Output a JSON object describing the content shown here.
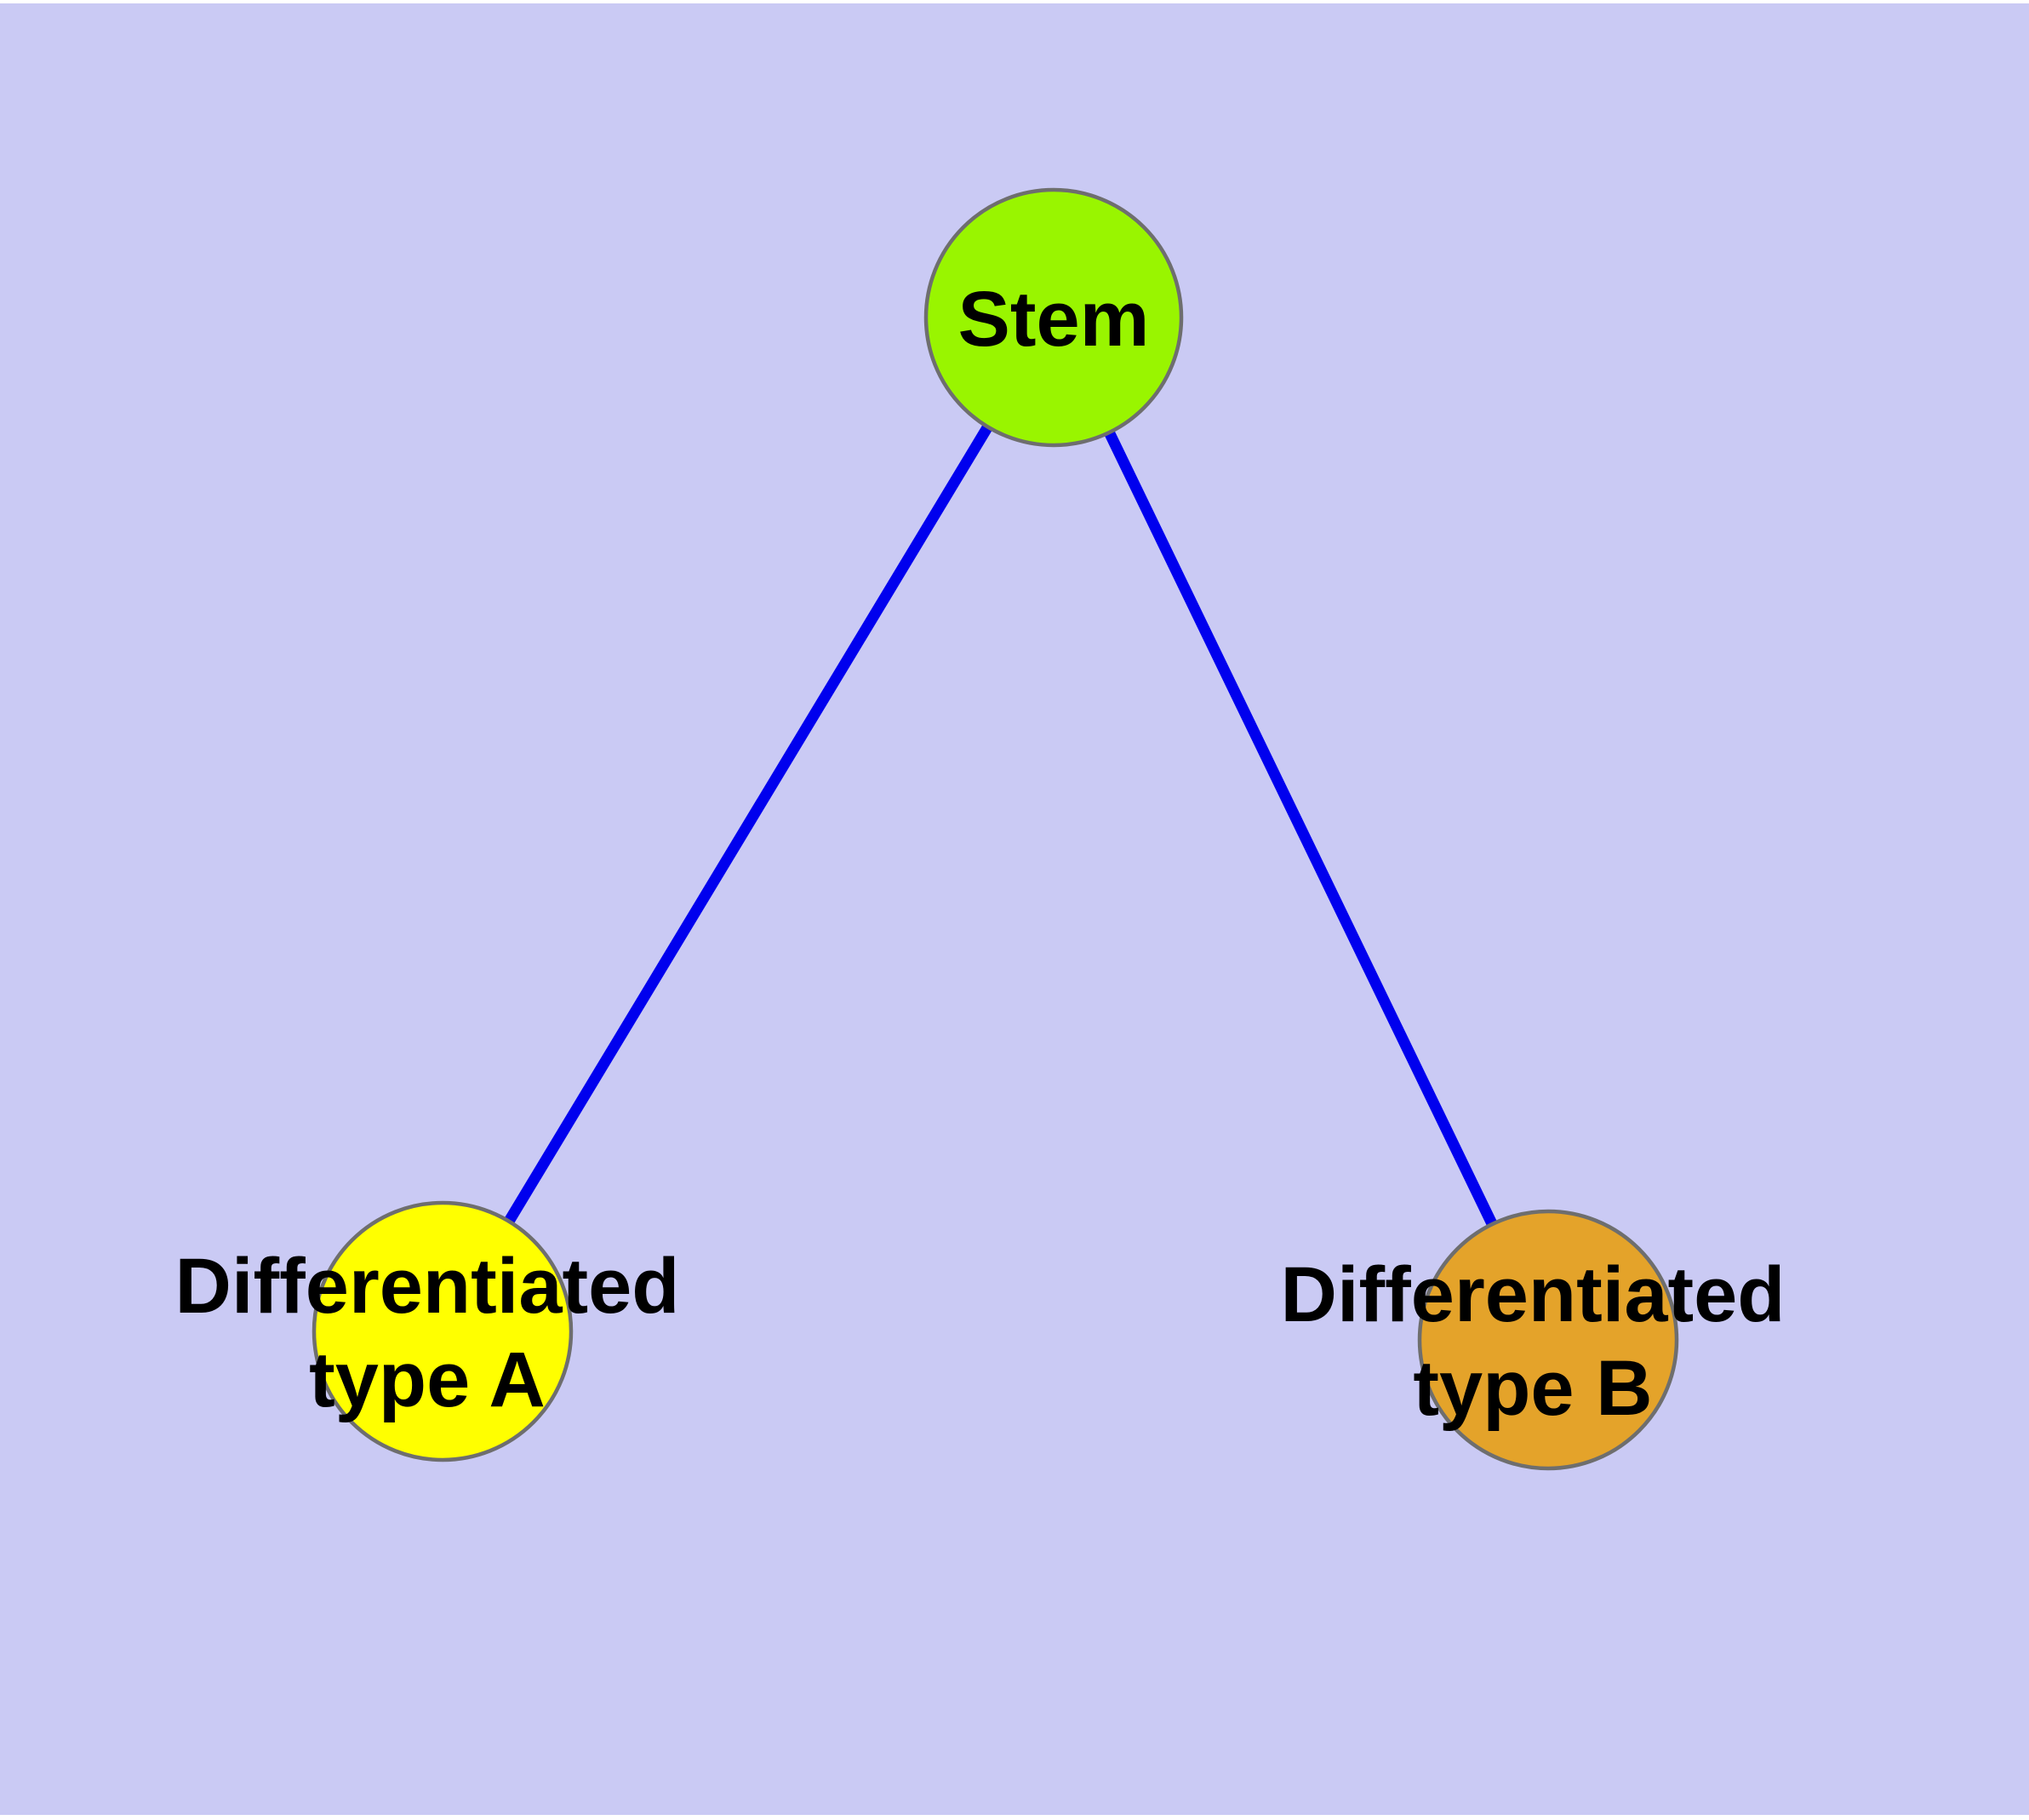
{
  "diagram": {
    "background_color": "#CACAF4",
    "edge_color": "#0000EE",
    "node_border_color": "#6E6E6E",
    "label_color": "#000000",
    "nodes": {
      "stem": {
        "label": "Stem",
        "fill_color": "#99F500"
      },
      "type_a": {
        "label_line1": "Differentiated",
        "label_line2": "type A",
        "fill_color": "#FFFF00"
      },
      "type_b": {
        "label_line1": "Differentiated",
        "label_line2": "type B",
        "fill_color": "#E4A32A"
      }
    },
    "edges": [
      {
        "from": "Stem",
        "to": "Differentiated type A"
      },
      {
        "from": "Stem",
        "to": "Differentiated type B"
      }
    ]
  }
}
